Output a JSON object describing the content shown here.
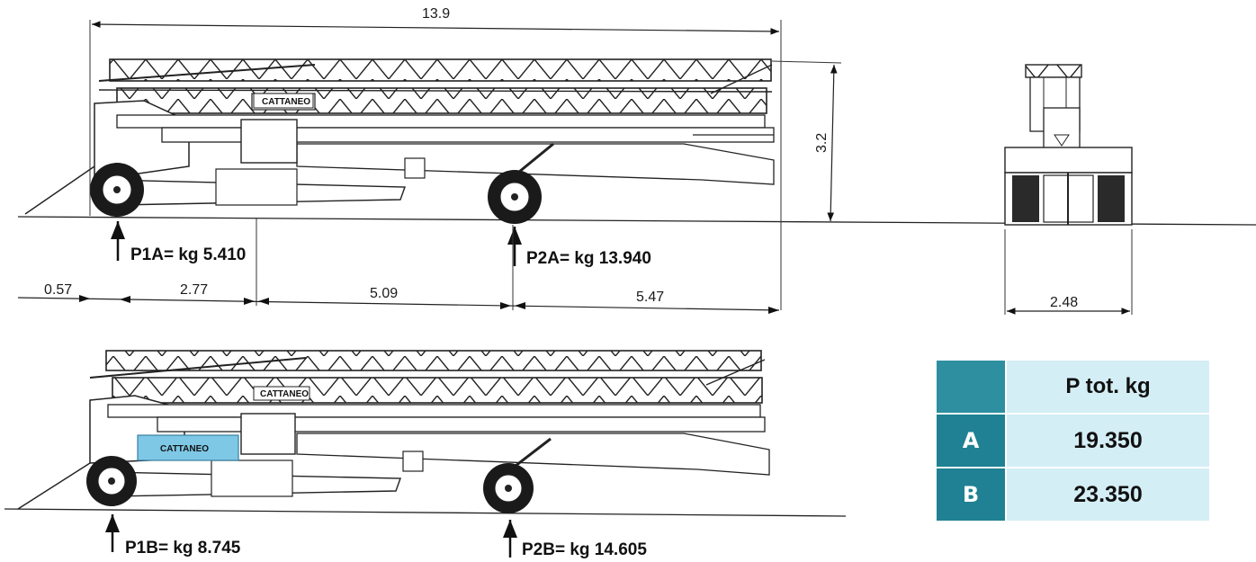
{
  "brand": "CATTANEO",
  "dimensions": {
    "overall_length": "13.9",
    "height": "3.2",
    "front_overhang": "0.57",
    "d1": "2.77",
    "d2": "5.09",
    "d3": "5.47",
    "width": "2.48"
  },
  "loads": {
    "p1a": "P1A= kg 5.410",
    "p2a": "P2A= kg 13.940",
    "p1b": "P1B= kg 8.745",
    "p2b": "P2B= kg 14.605"
  },
  "table": {
    "header": "P tot. kg",
    "rows": [
      {
        "key": "A",
        "value": "19.350"
      },
      {
        "key": "B",
        "value": "23.350"
      }
    ]
  },
  "colors": {
    "table_key": "#1f8193",
    "table_cell": "#d4eef5",
    "counterweight": "#7ec8e6"
  }
}
